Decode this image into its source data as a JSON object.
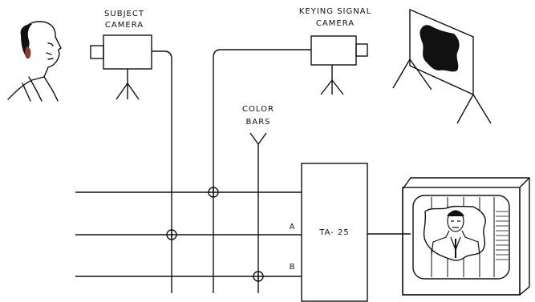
{
  "labels": {
    "subject_camera_1": "SUBJECT",
    "subject_camera_2": "CAMERA",
    "keying_camera_1": "KEYING SIGNAL",
    "keying_camera_2": "CAMERA",
    "color_bars_1": "COLOR",
    "color_bars_2": "BARS",
    "unit": "TA- 25",
    "input_a": "A",
    "input_b": "B"
  },
  "colors": {
    "ink": "#111111",
    "background": "#ffffff"
  }
}
